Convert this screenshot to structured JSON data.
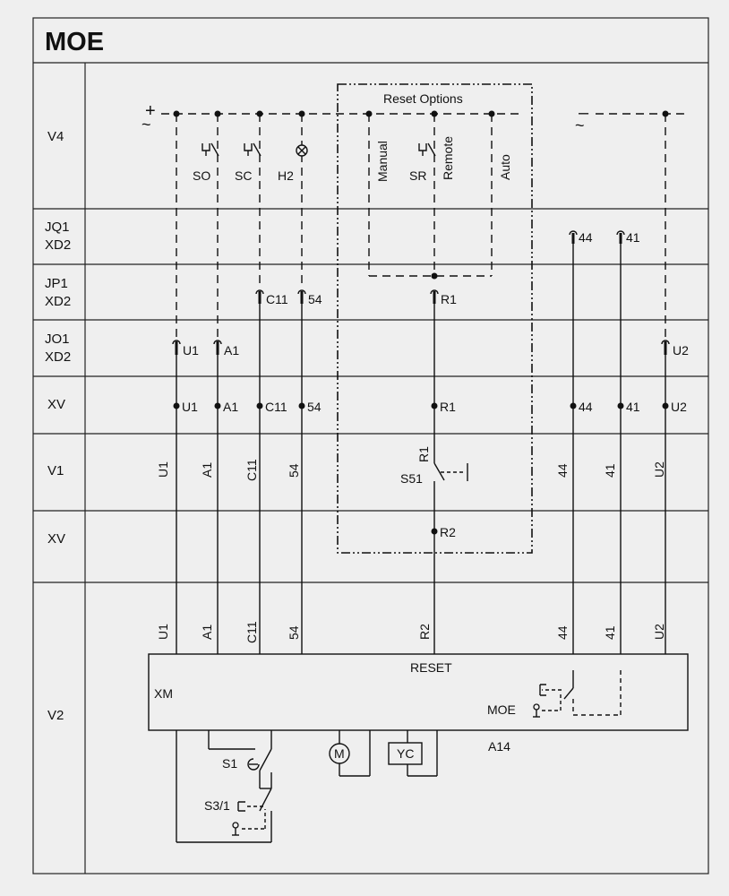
{
  "title": "MOE",
  "rows": [
    "V4",
    "JQ1\nXD2",
    "JP1\nXD2",
    "JO1\nXD2",
    "XV",
    "V1",
    "XV",
    "V2"
  ],
  "supply": {
    "left_plus": "+",
    "left_tilde": "~",
    "right_minus": "–",
    "right_tilde": "~"
  },
  "reset_options": {
    "title": "Reset Options",
    "manual": "Manual",
    "remote": "Remote",
    "auto": "Auto",
    "sr": "SR"
  },
  "v4_devices": {
    "so": "SO",
    "sc": "SC",
    "h2": "H2"
  },
  "terminals": {
    "jq1": [
      "44",
      "41"
    ],
    "jp1": [
      "C11",
      "54",
      "R1"
    ],
    "jo1": [
      "U1",
      "A1",
      "U2"
    ],
    "xv_top": [
      "U1",
      "A1",
      "C11",
      "54",
      "R1",
      "44",
      "41",
      "U2"
    ],
    "xv_mid": "R2"
  },
  "wire_labels_v1": [
    "U1",
    "A1",
    "C11",
    "54",
    "44",
    "41",
    "U2"
  ],
  "s51": {
    "r1": "R1",
    "label": "S51"
  },
  "wire_labels_v2": [
    "U1",
    "A1",
    "C11",
    "54",
    "R2",
    "44",
    "41",
    "U2"
  ],
  "module": {
    "reset": "RESET",
    "xm": "XM",
    "moe": "MOE",
    "a14": "A14",
    "motor": "M",
    "yc": "YC",
    "s1": "S1",
    "s31": "S3/1"
  },
  "colors": {
    "background": "#efefef",
    "ink": "#111111"
  }
}
